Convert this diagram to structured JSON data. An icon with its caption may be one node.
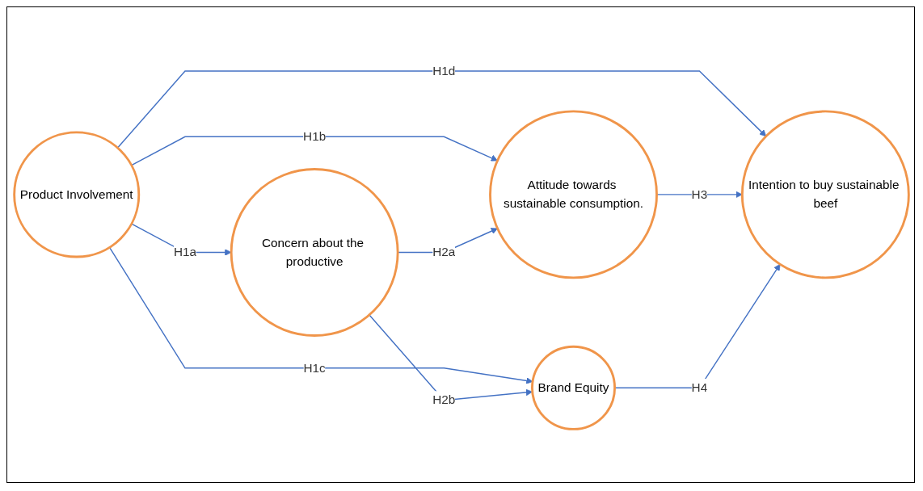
{
  "diagram": {
    "nodes": [
      {
        "text": [
          "Concern about the productive"
        ]
      },
      {
        "text": [
          "Attitude towards sustainable consumption."
        ]
      },
      {
        "text": [
          "Intention to buy sustainable beef"
        ]
      },
      {
        "text": [
          "Brand Equity"
        ]
      },
      {
        "text": [
          "Product Involvement"
        ]
      }
    ],
    "edges": [
      {
        "from": 4,
        "to": 0,
        "arrow": "to",
        "label": "H1a"
      },
      {
        "from": 4,
        "to": 1,
        "arrow": "to",
        "label": "H1b"
      },
      {
        "from": 4,
        "to": 3,
        "arrow": "to",
        "label": "H1c"
      },
      {
        "from": 4,
        "to": 2,
        "arrow": "to",
        "label": "H1d"
      },
      {
        "from": 0,
        "to": 1,
        "arrow": "to",
        "label": "H2a"
      },
      {
        "from": 0,
        "to": 3,
        "arrow": "to",
        "label": "H2b"
      },
      {
        "from": 1,
        "to": 2,
        "arrow": "to",
        "label": "H3"
      },
      {
        "from": 3,
        "to": 2,
        "arrow": "to",
        "label": "H4"
      }
    ]
  }
}
